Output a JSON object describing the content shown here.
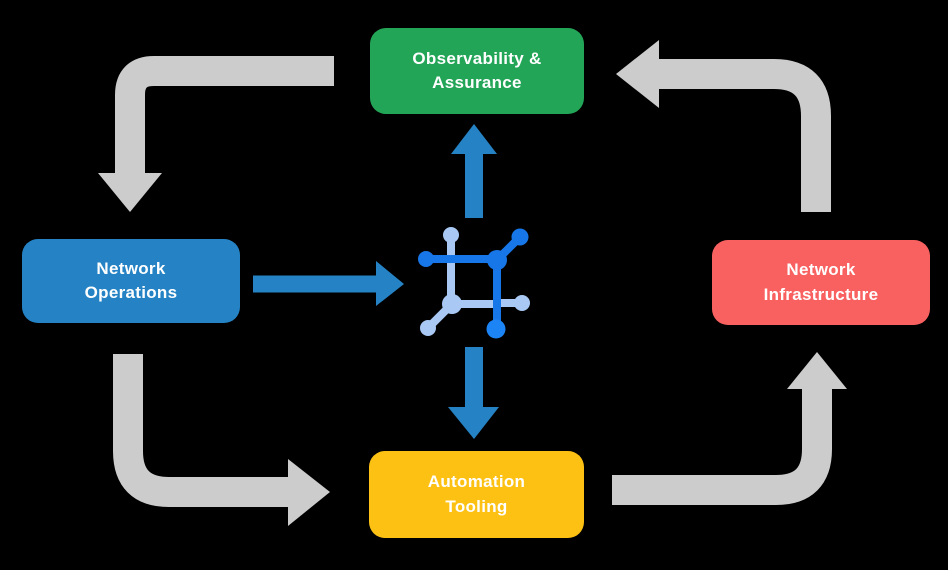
{
  "colors": {
    "background": "#000000",
    "node_observability": "#23A558",
    "node_operations": "#2583C5",
    "node_infrastructure": "#F96161",
    "node_automation": "#FDC113",
    "label_text": "#FFFFFF",
    "cycle_arrow": "#CCCCCC",
    "hub_arrow": "#2583C5",
    "icon_dark_blue": "#1877E8",
    "icon_light_blue": "#A9C9F4",
    "icon_bright_blue": "#1C84F5"
  },
  "nodes": {
    "observability": {
      "label": "Observability &\nAssurance"
    },
    "operations": {
      "label": "Network\nOperations"
    },
    "infrastructure": {
      "label": "Network\nInfrastructure"
    },
    "automation": {
      "label": "Automation\nTooling"
    }
  },
  "icons": {
    "center_hub": "network-mesh-icon"
  }
}
